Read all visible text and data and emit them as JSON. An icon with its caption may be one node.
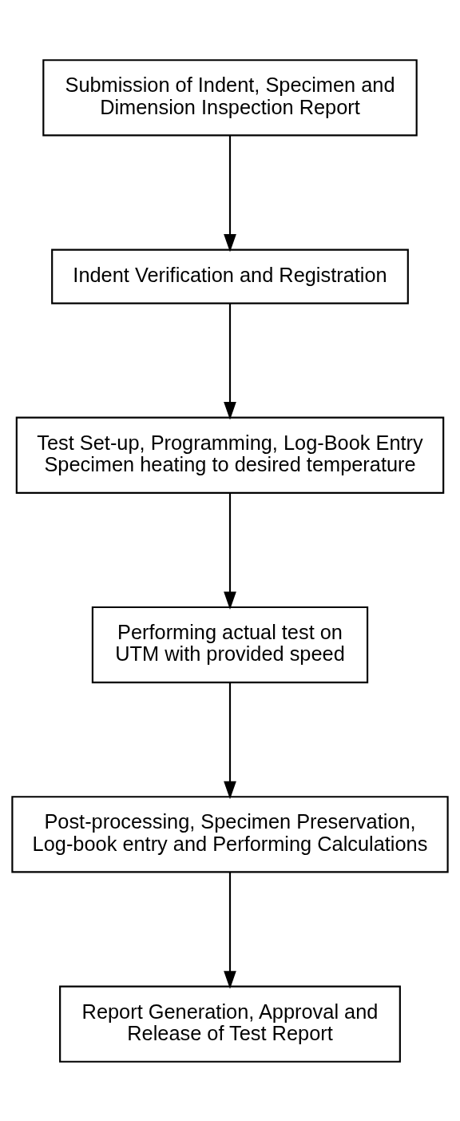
{
  "diagram": {
    "nodes": [
      {
        "text": [
          "Submission of Indent, Specimen and Dimension Inspection Report"
        ]
      },
      {
        "text": [
          "Indent Verification and Registration"
        ]
      },
      {
        "text": [
          "Test Set-up, Programming, Log-Book Entry Specimen heating to desired temperature"
        ]
      },
      {
        "text": [
          "Performing actual test on UTM with provided speed"
        ]
      },
      {
        "text": [
          "Post-processing, Specimen Preservation, Log-book entry and Performing Calculations"
        ]
      },
      {
        "text": [
          "Report Generation, Approval and Release of Test Report"
        ]
      }
    ],
    "edges": [
      {
        "from": 0,
        "to": 1,
        "arrow": "to"
      },
      {
        "from": 1,
        "to": 2,
        "arrow": "to"
      },
      {
        "from": 2,
        "to": 3,
        "arrow": "to"
      },
      {
        "from": 3,
        "to": 4,
        "arrow": "to"
      },
      {
        "from": 4,
        "to": 5,
        "arrow": "to"
      }
    ]
  }
}
